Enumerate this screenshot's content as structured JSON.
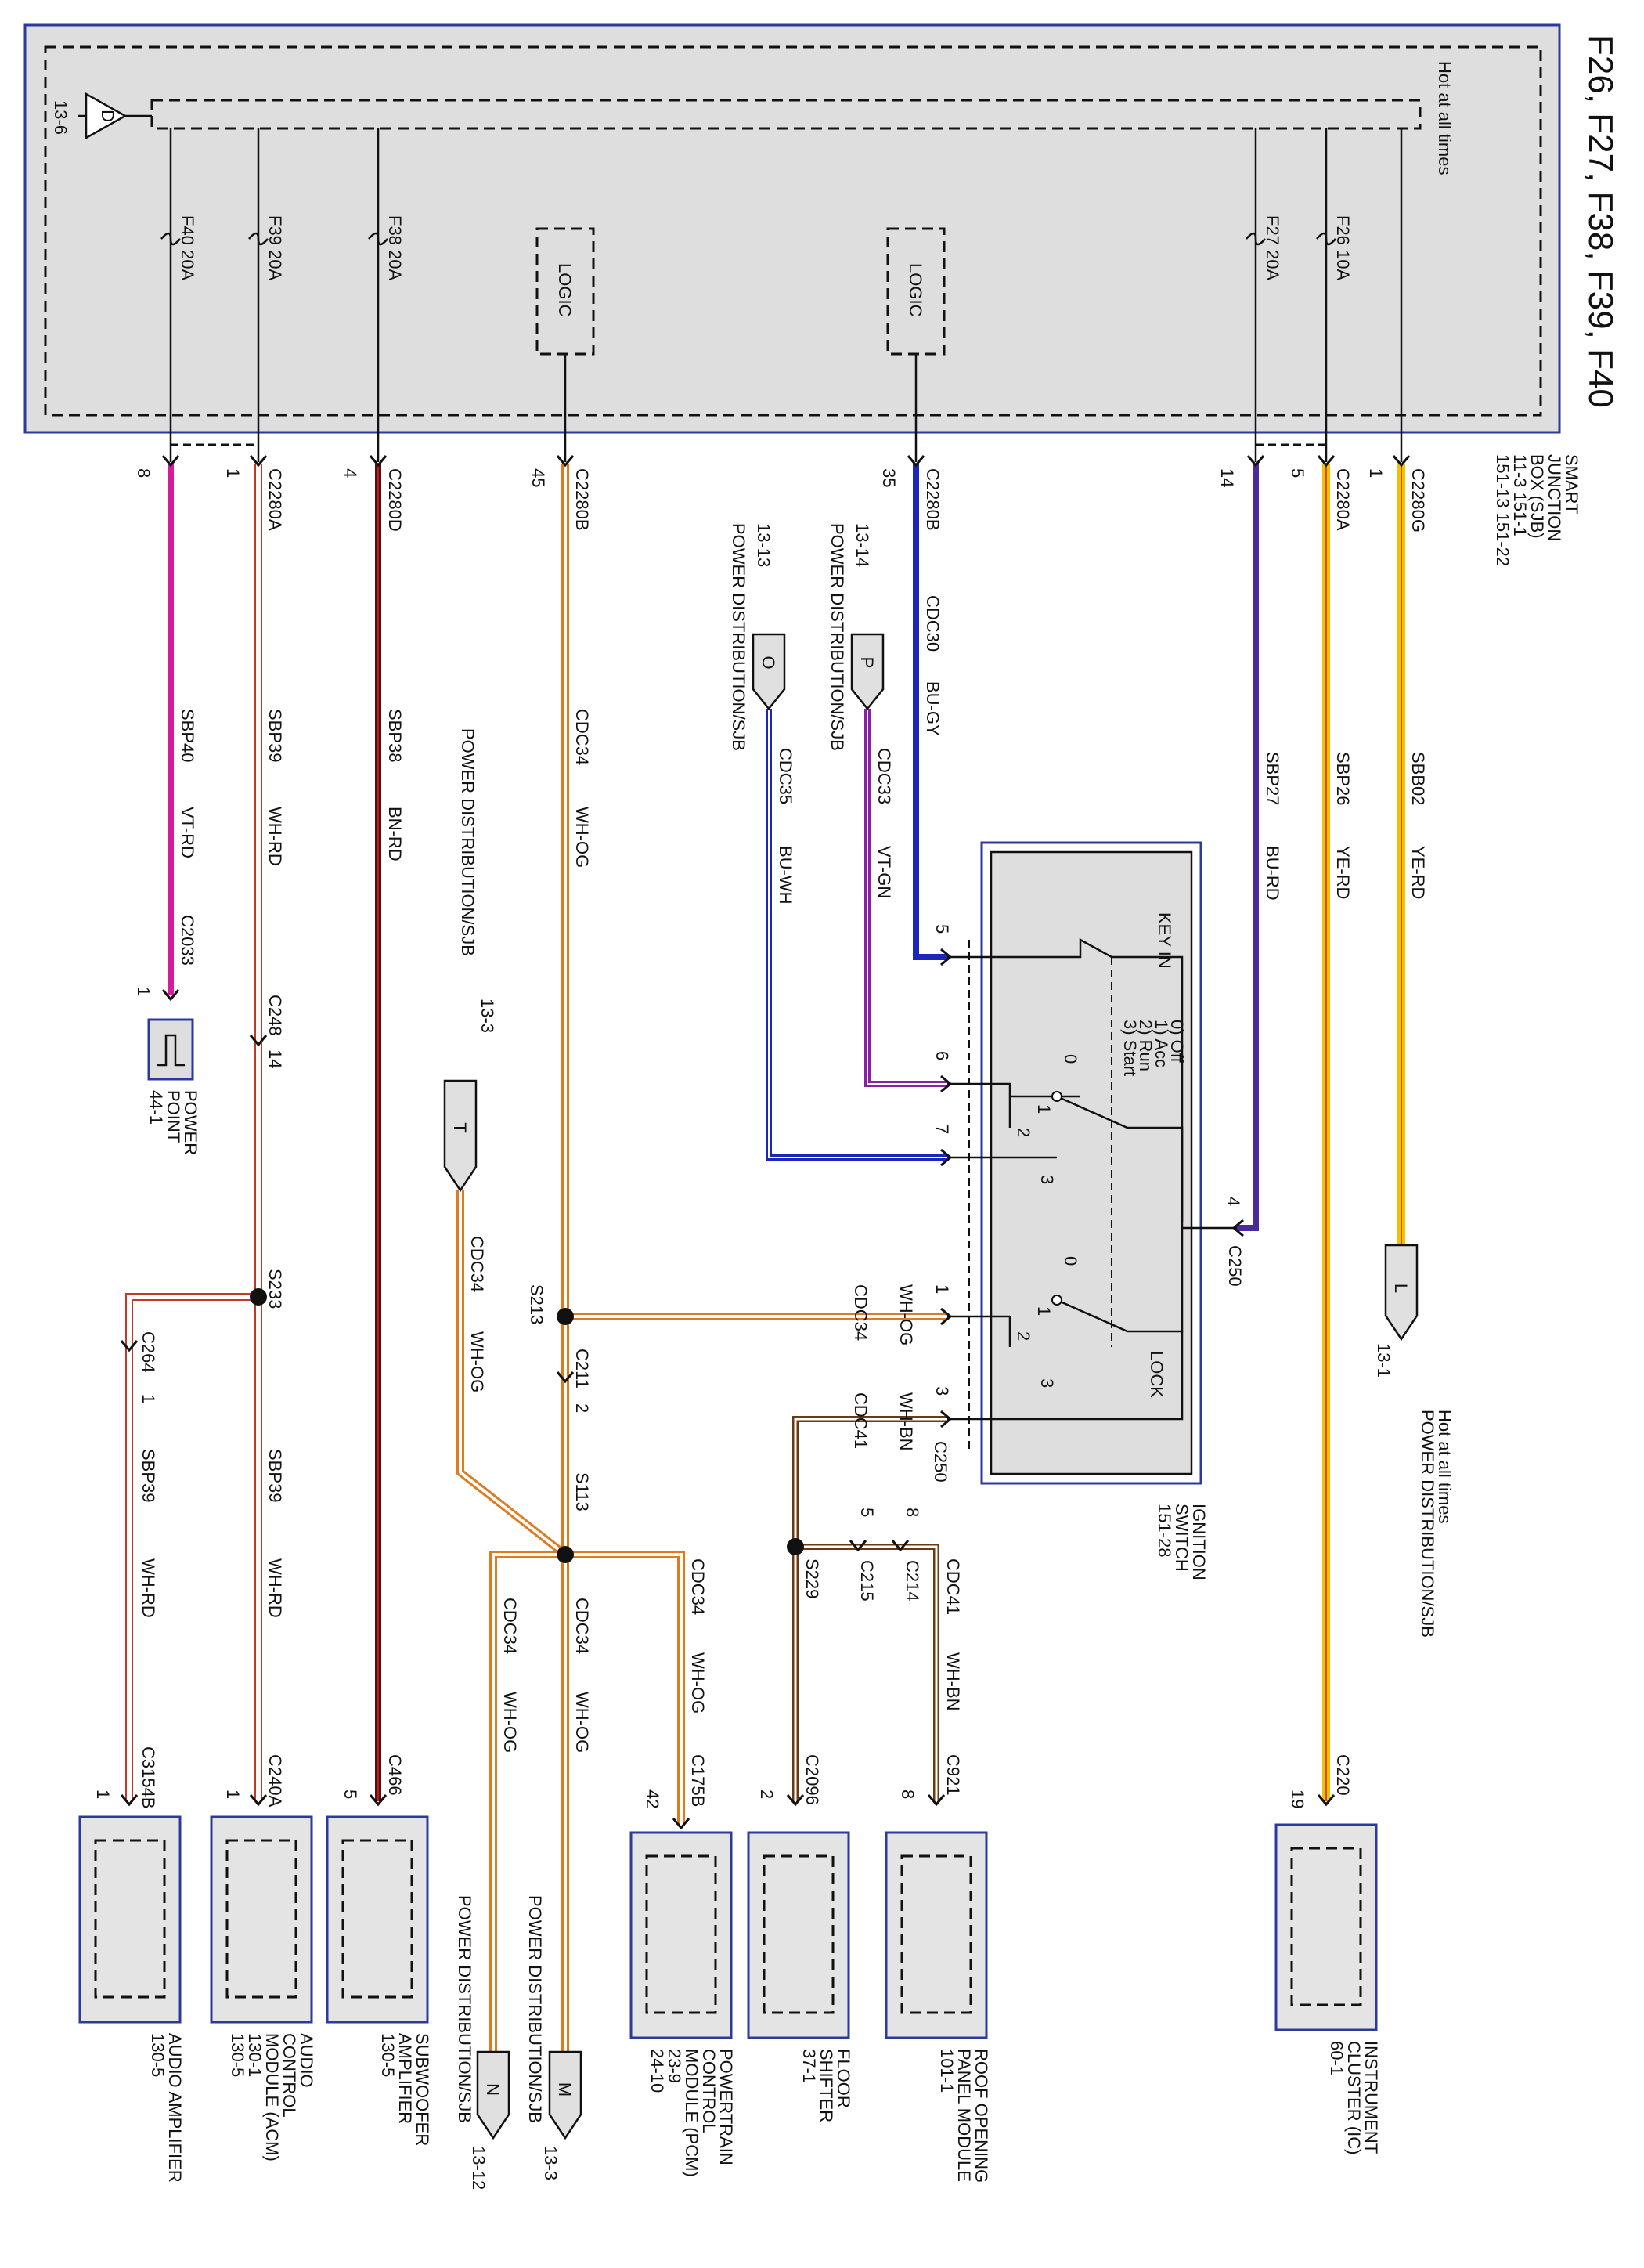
{
  "title": "F26, F27, F38, F39, F40",
  "sjb": {
    "hot_at_all_times": "Hot at all times",
    "ground_ref": "13-6",
    "ground_letter": "D",
    "name_lines": [
      "SMART",
      "JUNCTION",
      "BOX (SJB)",
      "11-3      151-1",
      "151-13    151-22"
    ],
    "fuses": [
      {
        "name": "F40  20A"
      },
      {
        "name": "F39  20A"
      },
      {
        "name": "F38  20A"
      },
      {
        "name": "F27  20A"
      },
      {
        "name": "F26  10A"
      }
    ],
    "logic": [
      "LOGIC",
      "LOGIC"
    ]
  },
  "wires": [
    {
      "pin": "8",
      "connector": "",
      "circuit": "SBP40",
      "color_code": "VT-RD",
      "hex": "#d81b9a"
    },
    {
      "pin": "1",
      "connector": "C2280A",
      "circuit": "SBP39",
      "color_code": "WH-RD",
      "hex": "#c0392b"
    },
    {
      "pin": "4",
      "connector": "C2280D",
      "circuit": "SBP38",
      "color_code": "BN-RD",
      "hex": "#7a1a1a"
    },
    {
      "pin": "45",
      "connector": "C2280B",
      "circuit": "CDC34",
      "color_code": "WH-OG",
      "hex": "#e07a1f"
    },
    {
      "pin": "35",
      "connector": "C2280B",
      "circuit": "CDC30",
      "color_code": "BU-GY",
      "hex": "#1a27b8"
    },
    {
      "pin": "14",
      "connector": "",
      "circuit": "SBP27",
      "color_code": "BU-RD",
      "hex": "#4a2a9c"
    },
    {
      "pin": "5",
      "connector": "C2280A",
      "circuit": "SBP26",
      "color_code": "YE-RD",
      "hex": "#f2c200"
    },
    {
      "pin": "1",
      "connector": "C2280G",
      "circuit": "SBB02",
      "color_code": "YE-RD",
      "hex": "#f2c200"
    }
  ],
  "labels": {
    "pd_1314": "13-14",
    "pd_1313": "13-13",
    "power_distribution": "POWER DISTRIBUTION/SJB",
    "flag_p": "P",
    "flag_o": "O",
    "cdc33": "CDC33",
    "vt_gn": "VT-GN",
    "cdc35": "CDC35",
    "bu_wh": "BU-WH",
    "pd_133": "13-3",
    "flag_t": "T",
    "cdc34": "CDC34",
    "wh_og": "WH-OG",
    "c2033": "C2033",
    "c2033_pin": "1",
    "c248": "C248",
    "c248_pin": "14",
    "s233": "S233",
    "c264": "C264",
    "c264_pin": "1",
    "s213": "S213",
    "c211": "C211",
    "c211_pin": "2",
    "s113": "S113",
    "s229": "S229",
    "c215": "C215",
    "c215_pin": "5",
    "c214": "C214",
    "c214_pin": "8",
    "cdc41": "CDC41",
    "wh_bn": "WH-BN",
    "c250": "C250",
    "flag_l": "L",
    "l_ref": "13-1",
    "l_hot": "Hot at all times",
    "l_pd": "POWER DISTRIBUTION/SJB",
    "c220": "C220",
    "c220_pin": "19",
    "c921": "C921",
    "c921_pin": "8",
    "c2096": "C2096",
    "c2096_pin": "2",
    "c175b": "C175B",
    "c175b_pin": "42",
    "c466": "C466",
    "c466_pin": "5",
    "c240a": "C240A",
    "c240a_pin": "1",
    "c3154b": "C3154B",
    "c3154b_pin": "1",
    "flag_m": "M",
    "m_ref": "13-3",
    "flag_n": "N",
    "n_ref": "13-12",
    "sbp39": "SBP39",
    "wh_rd": "WH-RD"
  },
  "ignition": {
    "key_in": "KEY IN",
    "positions": [
      "0) Off",
      "1) Acc",
      "2) Run",
      "3) Start"
    ],
    "lock": "LOCK",
    "name": [
      "IGNITION",
      "SWITCH",
      "151-28"
    ],
    "pins": [
      "5",
      "6",
      "7",
      "4",
      "1",
      "3"
    ],
    "contacts": [
      "0",
      "1",
      "2",
      "3"
    ]
  },
  "modules": [
    {
      "name": [
        "POWER",
        "POINT",
        "44-1"
      ]
    },
    {
      "name": [
        "INSTRUMENT",
        "CLUSTER (IC)",
        "60-1"
      ]
    },
    {
      "name": [
        "ROOF OPENING",
        "PANEL MODULE",
        "101-1"
      ]
    },
    {
      "name": [
        "FLOOR",
        "SHIFTER",
        "37-1"
      ]
    },
    {
      "name": [
        "POWERTRAIN",
        "CONTROL",
        "MODULE (PCM)",
        "23-9",
        "24-10"
      ]
    },
    {
      "name": [
        "SUBWOOFER",
        "AMPLIFIER",
        "130-5"
      ]
    },
    {
      "name": [
        "AUDIO",
        "CONTROL",
        "MODULE (ACM)",
        "130-1",
        "130-5"
      ]
    },
    {
      "name": [
        "AUDIO AMPLIFIER",
        "130-5"
      ]
    }
  ]
}
